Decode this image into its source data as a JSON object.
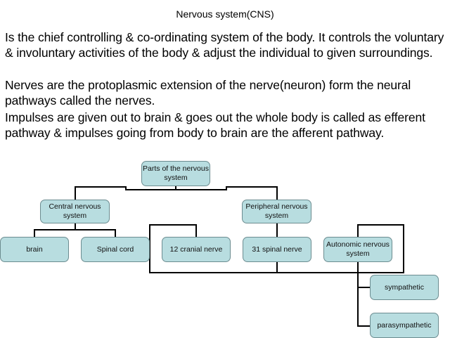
{
  "title": "Nervous system(CNS)",
  "paragraphs": [
    "Is the chief controlling & co-ordinating system of the body. It controls the voluntary & involuntary activities of the body & adjust the individual to given surroundings.",
    "Nerves are the protoplasmic extension of the nerve(neuron) form the neural pathways called the nerves.",
    "Impulses are given out to brain & goes out the whole body is called as efferent pathway & impulses going from body to brain are the afferent pathway."
  ],
  "diagram": {
    "root": "Parts of the nervous system",
    "cns": "Central nervous system",
    "pns": "Peripheral nervous system",
    "brain": "brain",
    "spinal_cord": "Spinal cord",
    "cranial": "12 cranial nerve",
    "spinal_nerve": "31 spinal nerve",
    "autonomic": "Autonomic nervous system",
    "sympathetic": "sympathetic",
    "parasympathetic": "parasympathetic"
  },
  "colors": {
    "box_fill": "#b8dde0",
    "box_border": "#6c8c90",
    "line": "#000000"
  }
}
